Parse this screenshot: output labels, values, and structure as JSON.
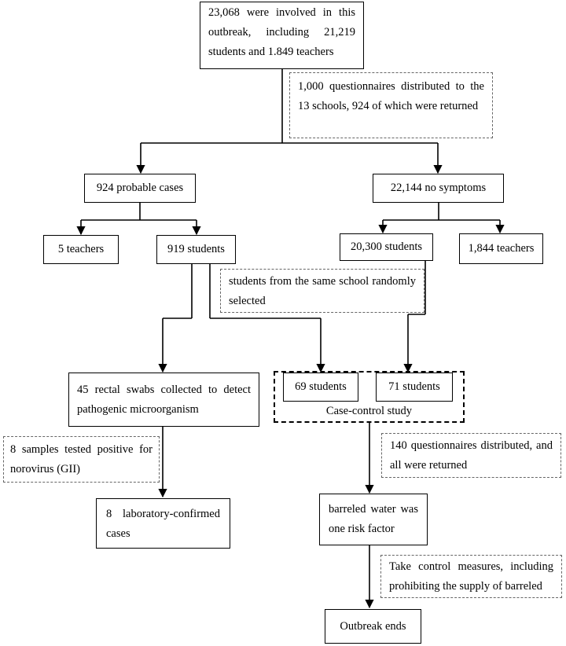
{
  "nodes": {
    "total": "23,068 were involved in this outbreak, including 21,219 students and 1.849 teachers",
    "questionnaires_13": "1,000 questionnaires distributed to the 13 schools, 924 of which were returned",
    "probable": "924 probable cases",
    "no_symptoms": "22,144 no symptoms",
    "teachers_5": "5 teachers",
    "students_919": "919 students",
    "students_20300": "20,300 students",
    "teachers_1844": "1,844 teachers",
    "random_note": "students from the same school randomly selected",
    "swabs": "45 rectal swabs collected to detect pathogenic microorganism",
    "students_69": "69 students",
    "students_71": "71 students",
    "case_control": "Case-control study",
    "norovirus": "8 samples tested positive for norovirus (GII)",
    "questionnaires_140": "140 questionnaires distributed, and all were returned",
    "confirmed": "8 laboratory-confirmed cases",
    "risk_factor": "barreled water was one risk factor",
    "control_measures": "Take control measures, including prohibiting the supply of barreled",
    "outbreak_ends": "Outbreak ends"
  }
}
